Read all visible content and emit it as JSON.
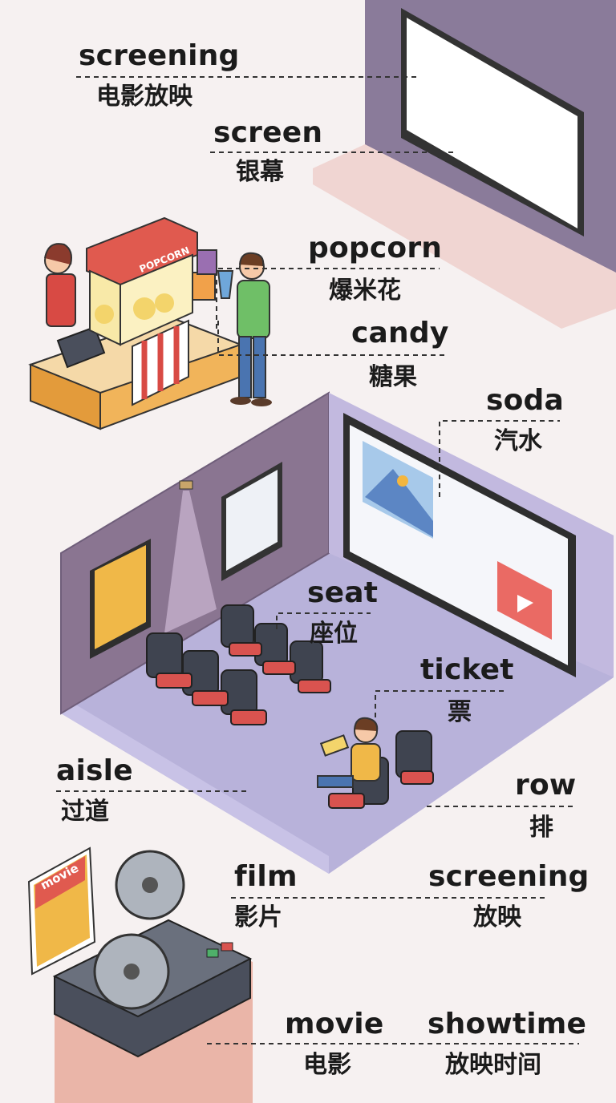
{
  "vocab": [
    {
      "en": "screening",
      "zh": "电影放映"
    },
    {
      "en": "screen",
      "zh": "银幕"
    },
    {
      "en": "popcorn",
      "zh": "爆米花"
    },
    {
      "en": "candy",
      "zh": "糖果"
    },
    {
      "en": "soda",
      "zh": "汽水"
    },
    {
      "en": "seat",
      "zh": "座位"
    },
    {
      "en": "ticket",
      "zh": "票"
    },
    {
      "en": "aisle",
      "zh": "过道"
    },
    {
      "en": "row",
      "zh": "排"
    },
    {
      "en": "film",
      "zh": "影片"
    },
    {
      "en": "screening",
      "zh": "放映"
    },
    {
      "en": "movie",
      "zh": "电影"
    },
    {
      "en": "showtime",
      "zh": "放映时间"
    }
  ],
  "signs": {
    "popcorn_machine": "POPCORN",
    "movie_poster": "movie"
  },
  "colors": {
    "background": "#f6f1f1",
    "wall_purple": "#8a7591",
    "floor_lavender": "#b6b0d8",
    "seat_red": "#d9534f",
    "seat_dark": "#3f4450",
    "booth_orange": "#f1b45a"
  }
}
